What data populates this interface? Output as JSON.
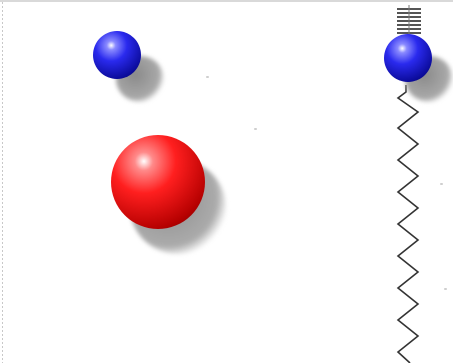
{
  "scene": {
    "background_color": "#ffffff",
    "objects": [
      {
        "name": "small-blue-ball",
        "color": "#1c1cc8"
      },
      {
        "name": "large-red-ball",
        "color": "#d01010"
      },
      {
        "name": "spring-blue-ball",
        "color": "#1c1cc8"
      },
      {
        "name": "zigzag-spring",
        "color": "#333333"
      },
      {
        "name": "spring-top-coil",
        "color": "#555555"
      }
    ]
  }
}
